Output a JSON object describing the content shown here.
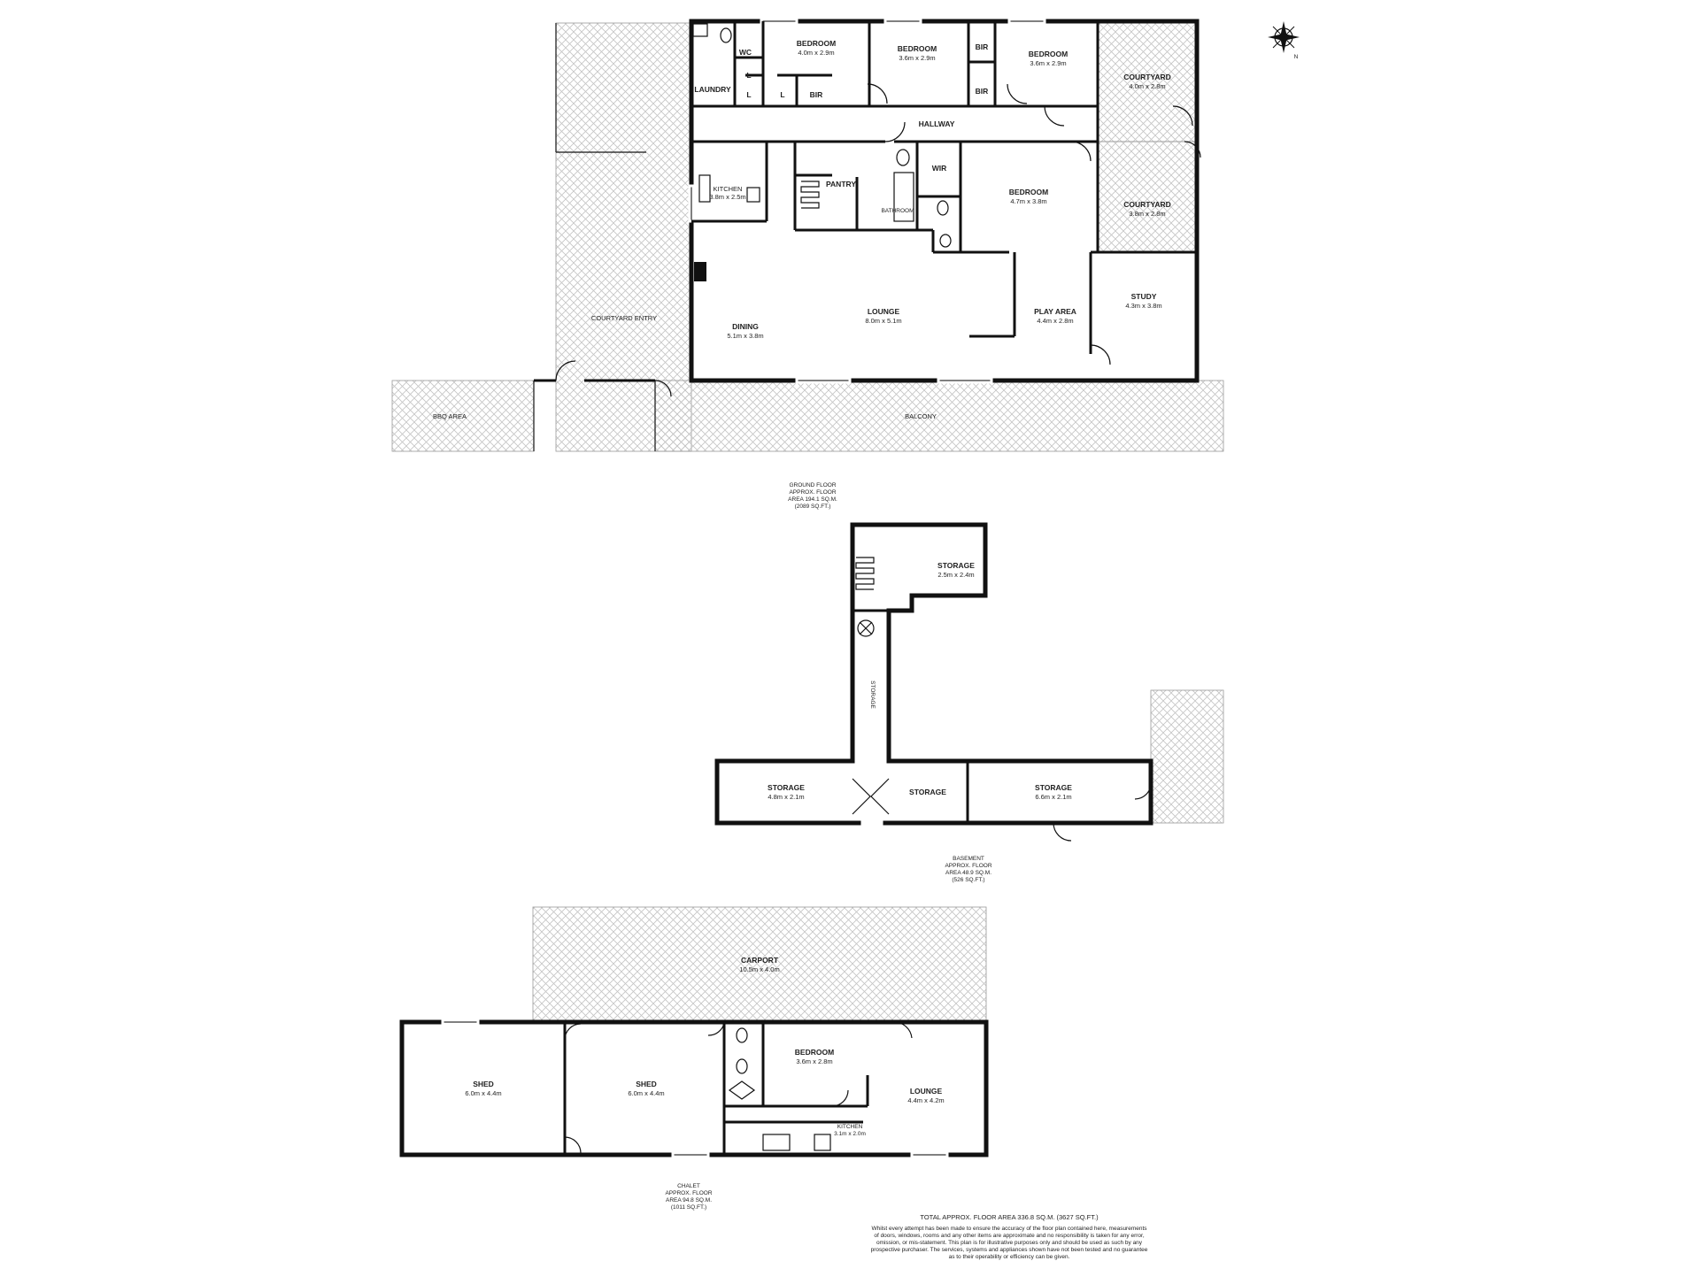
{
  "compass": {
    "icon": "compass-rose-icon"
  },
  "ground_floor": {
    "rooms": {
      "bed1": {
        "name": "BEDROOM",
        "dims": "4.0m x 2.9m"
      },
      "bed2": {
        "name": "BEDROOM",
        "dims": "3.6m x 2.9m"
      },
      "bed3": {
        "name": "BEDROOM",
        "dims": "3.6m x 2.9m"
      },
      "bed4": {
        "name": "BEDROOM",
        "dims": "4.7m x 3.8m"
      },
      "court1": {
        "name": "COURTYARD",
        "dims": "4.0m x 2.8m"
      },
      "court2": {
        "name": "COURTYARD",
        "dims": "3.8m x 2.8m"
      },
      "kitchen": {
        "name": "KITCHEN",
        "dims": "3.8m x 2.5m"
      },
      "dining": {
        "name": "DINING",
        "dims": "5.1m x 3.8m"
      },
      "lounge": {
        "name": "LOUNGE",
        "dims": "8.0m x 5.1m"
      },
      "play": {
        "name": "PLAY AREA",
        "dims": "4.4m x 2.8m"
      },
      "study": {
        "name": "STUDY",
        "dims": "4.3m x 3.8m"
      },
      "wc": "WC",
      "laundry": "LAUNDRY",
      "bir": "BIR",
      "l": "L",
      "hallway": "HALLWAY",
      "pantry": "PANTRY",
      "bathroom": "BATHROOM",
      "wir": "WIR",
      "courtyard_entry": "COURTYARD ENTRY",
      "bbq": "BBQ AREA",
      "balcony": "BALCONY"
    },
    "caption": [
      "GROUND FLOOR",
      "APPROX. FLOOR",
      "AREA 194.1 SQ.M.",
      "(2089 SQ.FT.)"
    ]
  },
  "basement": {
    "rooms": {
      "storage_top": {
        "name": "STORAGE",
        "dims": "2.5m x 2.4m"
      },
      "storage_corridor": "STORAGE",
      "storage_left": {
        "name": "STORAGE",
        "dims": "4.8m x 2.1m"
      },
      "storage_mid": "STORAGE",
      "storage_right": {
        "name": "STORAGE",
        "dims": "6.6m x 2.1m"
      }
    },
    "caption": [
      "BASEMENT",
      "APPROX. FLOOR",
      "AREA 48.9 SQ.M.",
      "(526 SQ.FT.)"
    ]
  },
  "chalet": {
    "rooms": {
      "carport": {
        "name": "CARPORT",
        "dims": "10.5m x 4.0m"
      },
      "shed1": {
        "name": "SHED",
        "dims": "6.0m x 4.4m"
      },
      "shed2": {
        "name": "SHED",
        "dims": "6.0m x 4.4m"
      },
      "bedroom": {
        "name": "BEDROOM",
        "dims": "3.6m x 2.8m"
      },
      "lounge": {
        "name": "LOUNGE",
        "dims": "4.4m x 4.2m"
      },
      "kitchen": {
        "name": "KITCHEN",
        "dims": "3.1m x 2.0m"
      }
    },
    "caption": [
      "CHALET",
      "APPROX. FLOOR",
      "AREA 94.8 SQ.M.",
      "(1011 SQ.FT.)"
    ]
  },
  "total": "TOTAL APPROX. FLOOR AREA 336.8 SQ.M. (3627 SQ.FT.)",
  "disclaimer": [
    "Whilst every attempt has been made to ensure the accuracy of the floor plan contained here, measurements",
    "of doors, windows, rooms and any other items are approximate and no responsibility is taken for any error,",
    "omission, or mis-statement. This plan is for illustrative purposes only and should be used as such by any",
    "prospective purchaser. The services, systems and appliances shown have not been tested and no guarantee",
    "as to their operability or efficiency can be given."
  ]
}
